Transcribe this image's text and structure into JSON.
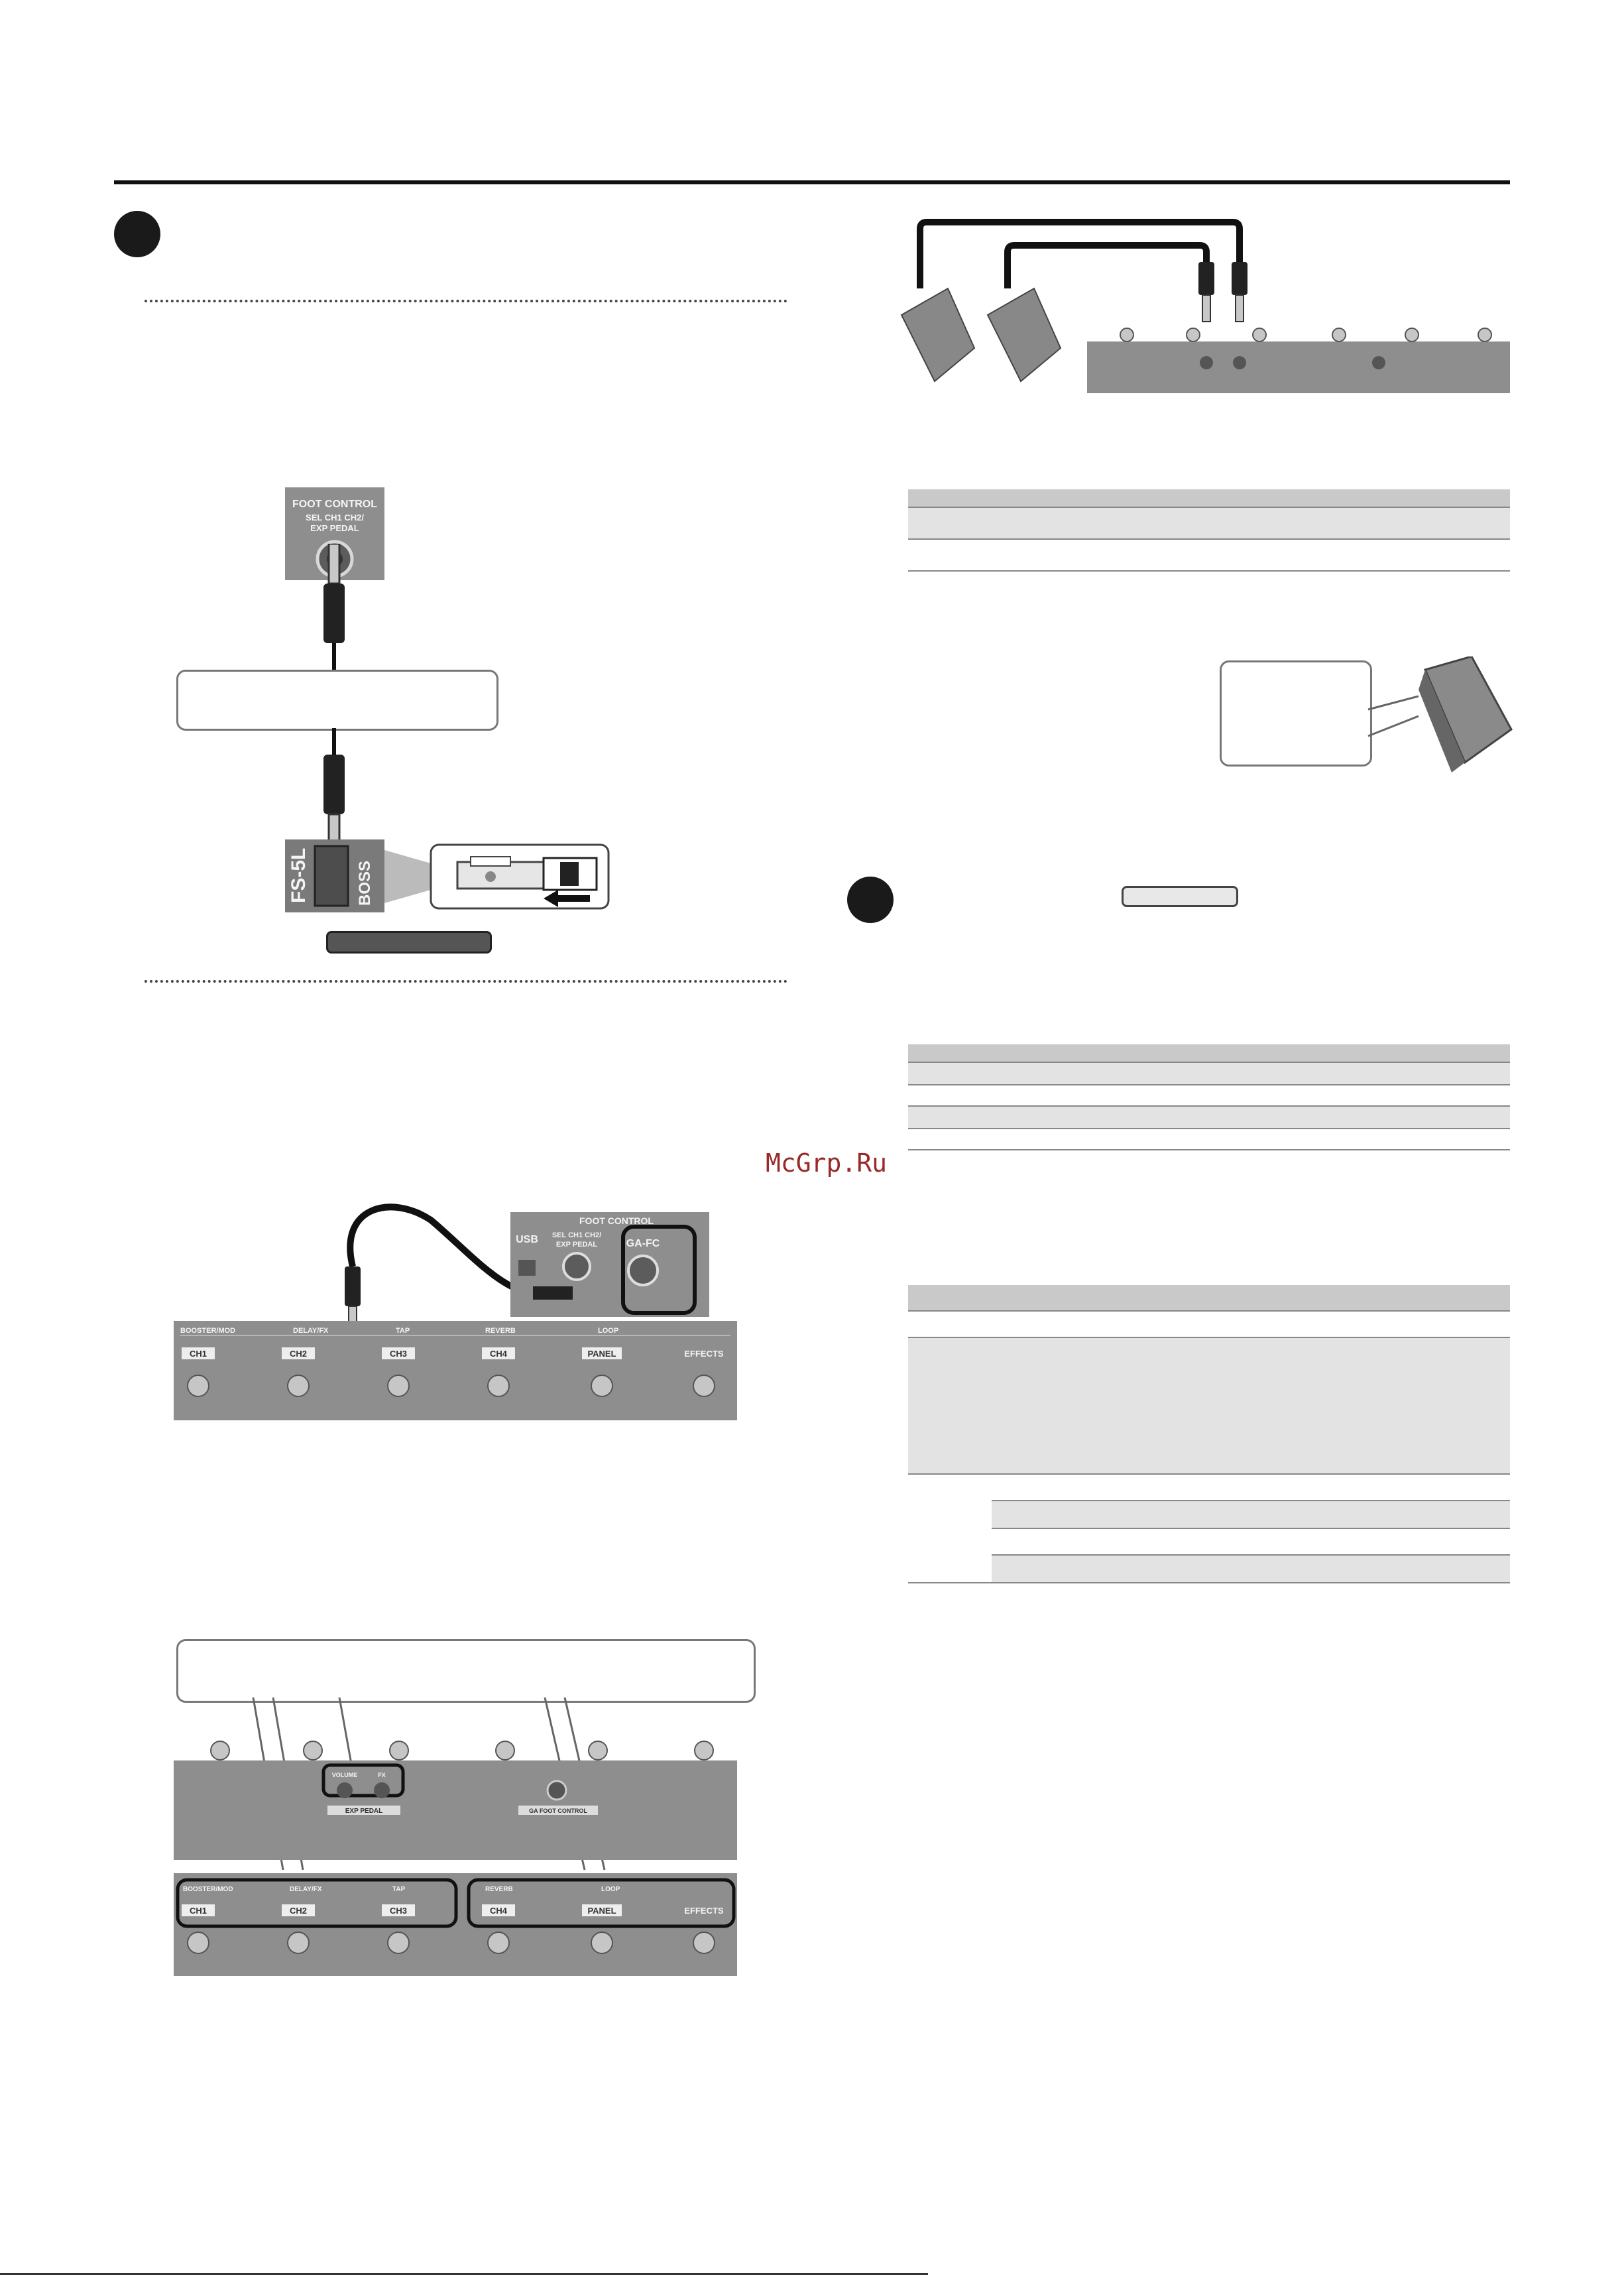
{
  "watermark": {
    "text": "McGrp.Ru"
  },
  "colors": {
    "ink": "#1a1a1a",
    "device": "#8e8e8e",
    "device_dark": "#6f6f6f",
    "table_header": "#c9c9c9",
    "table_shade": "#e3e3e3",
    "watermark": "#9a2a2a"
  },
  "foot_control_jack": {
    "title": "FOOT CONTROL",
    "subtitle_line1": "SEL CH1 CH2/",
    "subtitle_line2": "EXP PEDAL"
  },
  "fs5l": {
    "model": "FS-5L",
    "brand": "BOSS"
  },
  "rear_panel": {
    "section_title": "FOOT CONTROL",
    "usb_label": "USB",
    "jack1_line1": "SEL CH1 CH2/",
    "jack1_line2": "EXP PEDAL",
    "ga_fc_label": "GA-FC"
  },
  "footswitch_unit": {
    "group_labels": [
      "BOOSTER/MOD",
      "DELAY/FX",
      "TAP",
      "REVERB",
      "LOOP"
    ],
    "buttons": [
      "CH1",
      "CH2",
      "CH3",
      "CH4",
      "PANEL",
      "EFFECTS"
    ]
  },
  "exp_pedal_panel": {
    "label": "EXP PEDAL",
    "jack_left": "VOLUME",
    "jack_right": "FX",
    "ga_label": "GA FOOT CONTROL"
  },
  "icons": [
    "step-bullet-icon",
    "plug-icon",
    "expression-pedal-icon",
    "footswitch-icon",
    "polarity-switch-icon",
    "arrow-left-icon"
  ]
}
